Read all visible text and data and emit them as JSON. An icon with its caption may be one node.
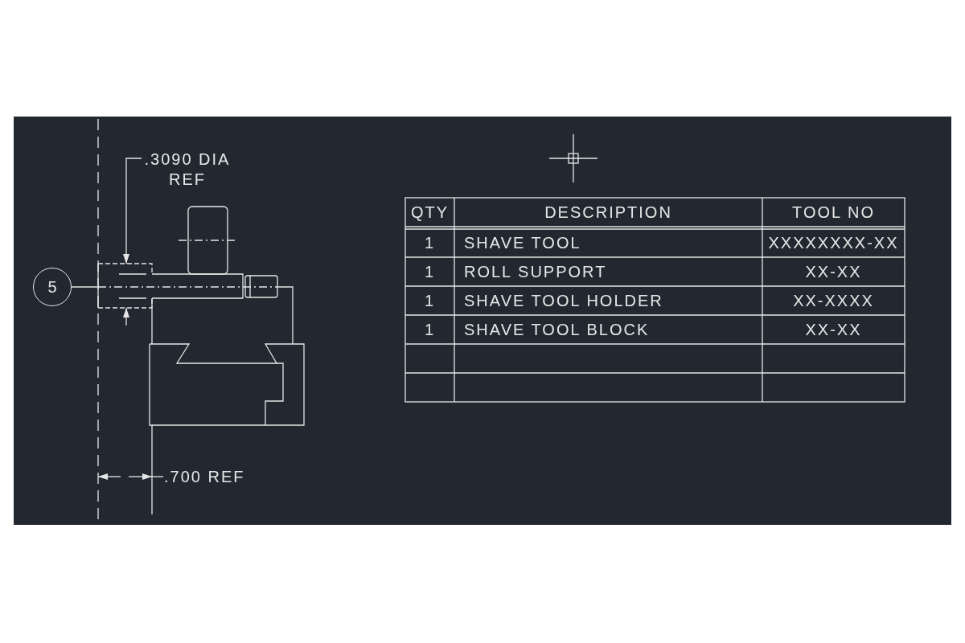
{
  "diagram": {
    "nodes": [
      {
        "text": [
          "5"
        ]
      },
      {
        "text": [],
        "shape": "picture"
      }
    ],
    "edges": [
      {
        "from": 0,
        "to": 1,
        "arrow": "none"
      }
    ],
    "labels": [
      ".3090 DIA REF",
      ".700 REF",
      "QTY",
      "DESCRIPTION",
      "TOOL NO",
      "1",
      "SHAVE TOOL",
      "XXXXXXXX-XX",
      "1",
      "ROLL SUPPORT",
      "XX-XX",
      "1",
      "SHAVE TOOL HOLDER",
      "XX-XXXX",
      "1",
      "SHAVE TOOL BLOCK",
      "XX-XX"
    ]
  }
}
